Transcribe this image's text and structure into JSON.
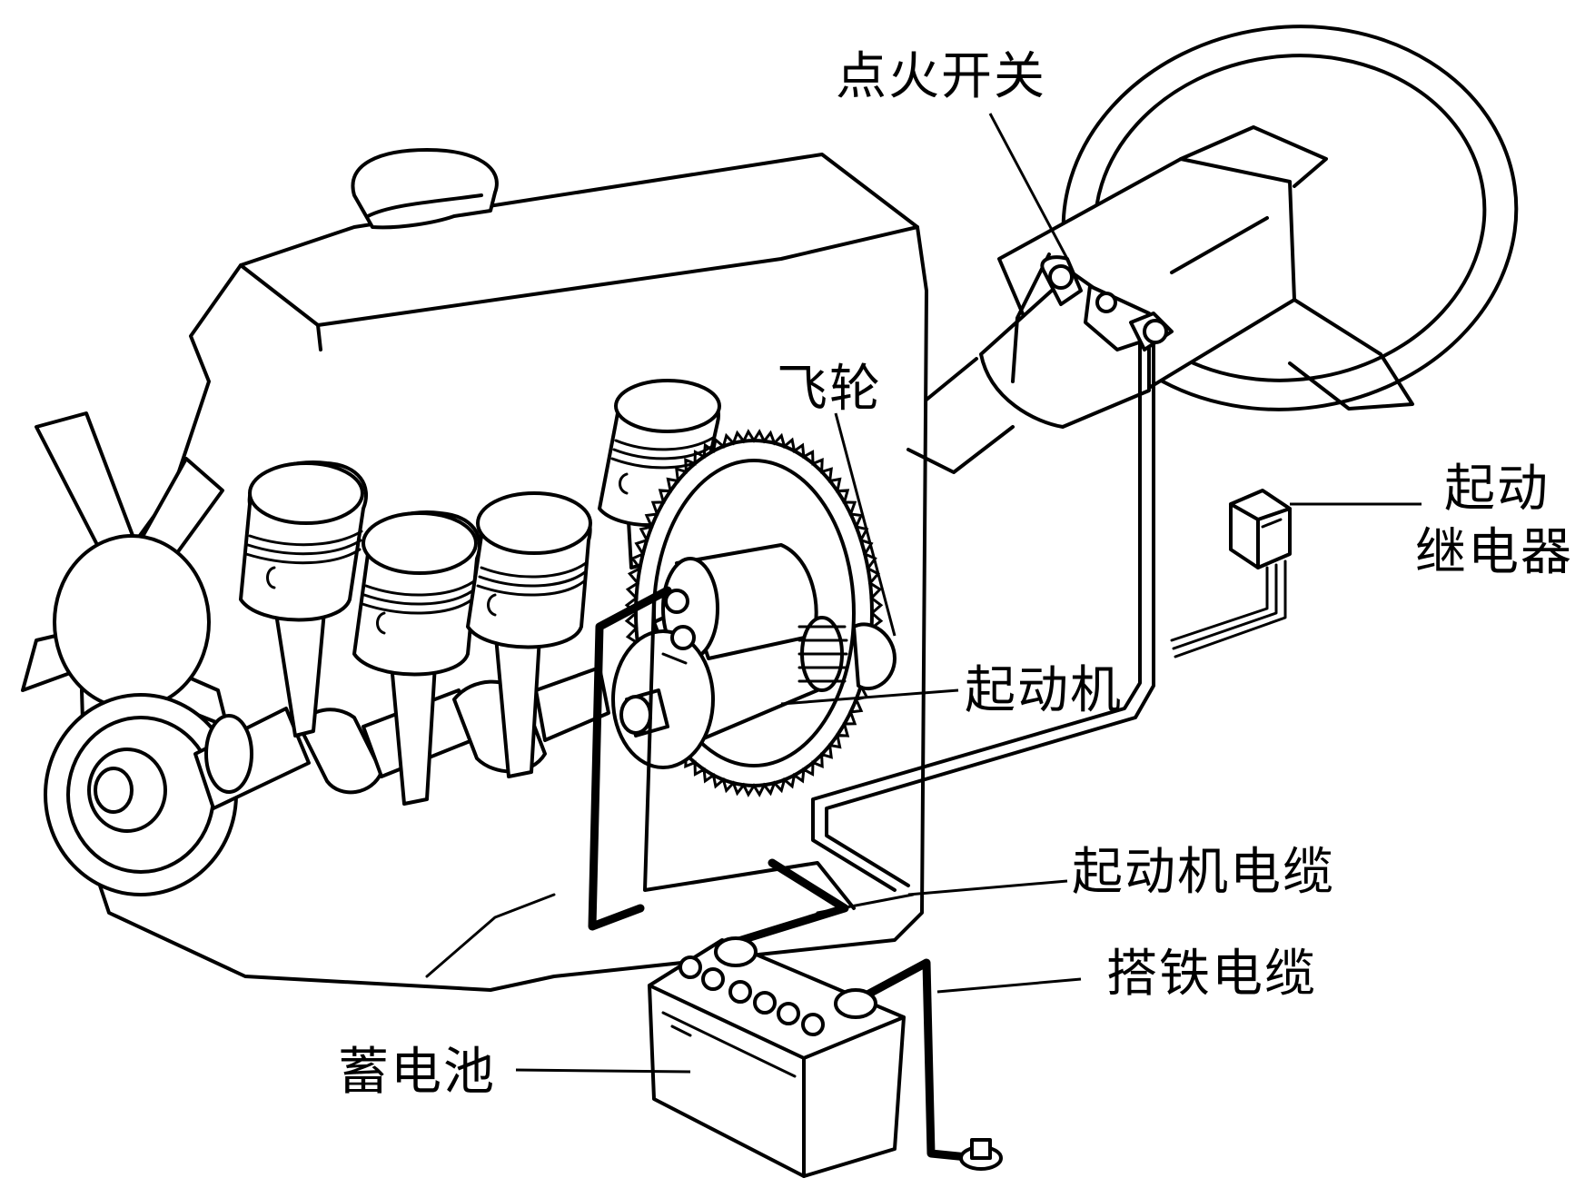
{
  "labels": {
    "ignition_switch": "点火开关",
    "flywheel": "飞轮",
    "starter_relay_line1": "起动",
    "starter_relay_line2": "继电器",
    "starter": "起动机",
    "starter_cable": "起动机电缆",
    "ground_cable": "搭铁电缆",
    "battery": "蓄电池"
  },
  "colors": {
    "line": "#000000",
    "background": "#ffffff"
  }
}
